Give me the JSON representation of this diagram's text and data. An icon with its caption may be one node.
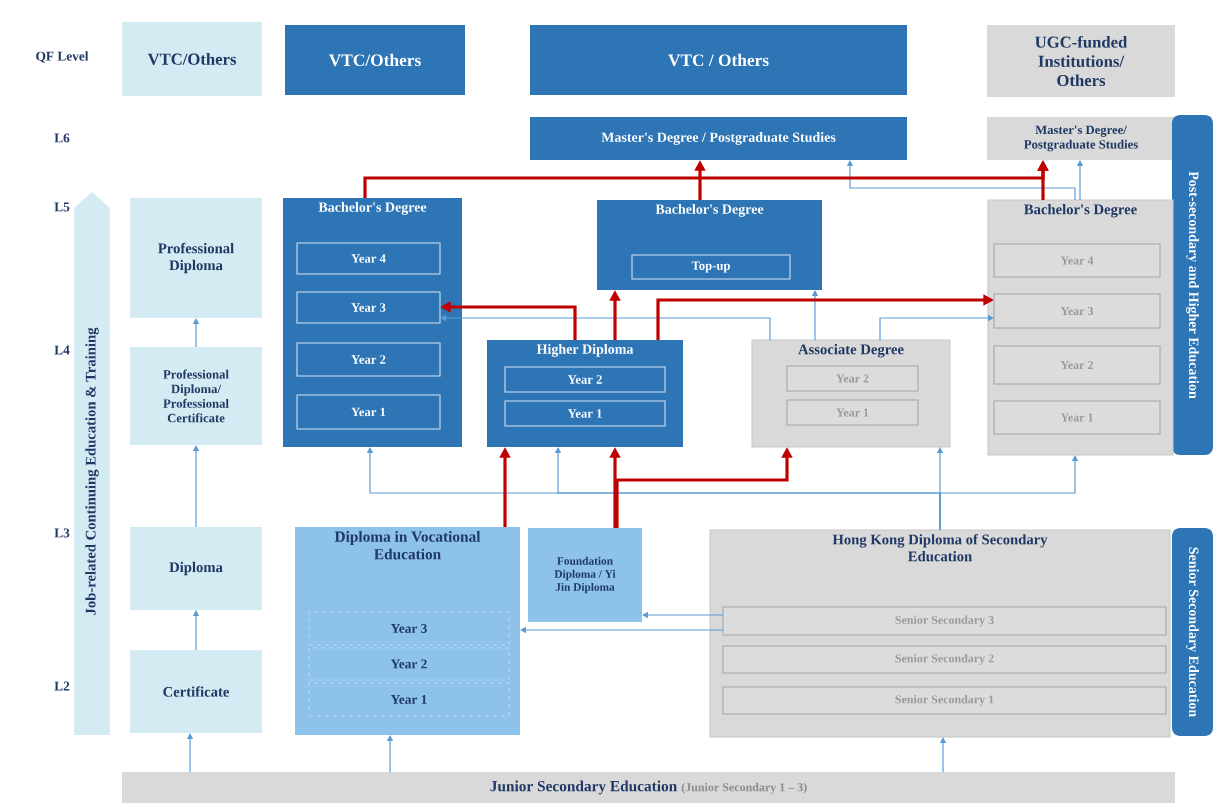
{
  "diagram": {
    "nodes": [
      {
        "text": [
          "VTC/Others"
        ]
      },
      {
        "text": [
          "VTC/Others"
        ]
      },
      {
        "text": [
          "VTC / Others"
        ]
      },
      {
        "text": [
          "UGC-funded Institutions/ Others"
        ]
      },
      {
        "text": [
          "Master's Degree / Postgraduate Studies"
        ]
      },
      {
        "text": [
          "Master's Degree/ Postgraduate Studies"
        ]
      },
      {
        "text": [
          "Post-secondary and Higher Education"
        ]
      },
      {
        "text": [
          "Job-related Continuing Education & Training"
        ]
      },
      {
        "text": [
          "Professional Diploma"
        ]
      },
      {
        "text": [
          "Professional Diploma/ Professional Certificate"
        ]
      },
      {
        "text": [
          "Diploma"
        ]
      },
      {
        "text": [
          "Certificate"
        ]
      },
      {
        "text": [
          "Bachelor's Degree"
        ]
      },
      {
        "text": [
          "Year 4"
        ],
        "in": 12
      },
      {
        "text": [
          "Year 3"
        ],
        "in": 12
      },
      {
        "text": [
          "Year 2"
        ],
        "in": 12
      },
      {
        "text": [
          "Year 1"
        ],
        "in": 12
      },
      {
        "text": [
          "Bachelor's Degree"
        ]
      },
      {
        "text": [
          "Top-up"
        ],
        "in": 17
      },
      {
        "text": [
          "Higher Diploma"
        ]
      },
      {
        "text": [
          "Year 2"
        ],
        "in": 19
      },
      {
        "text": [
          "Year 1"
        ],
        "in": 19
      },
      {
        "text": [
          "Associate Degree"
        ]
      },
      {
        "text": [
          "Year 2"
        ],
        "in": 22
      },
      {
        "text": [
          "Year 1"
        ],
        "in": 22
      },
      {
        "text": [
          "Bachelor's Degree"
        ]
      },
      {
        "text": [
          "Year 4"
        ],
        "in": 25
      },
      {
        "text": [
          "Year 3"
        ],
        "in": 25
      },
      {
        "text": [
          "Year 2"
        ],
        "in": 25
      },
      {
        "text": [
          "Year 1"
        ],
        "in": 25
      },
      {
        "text": [
          "Senior Secondary Education"
        ]
      },
      {
        "text": [
          "Diploma in Vocational Education"
        ]
      },
      {
        "text": [
          "Year 3"
        ],
        "in": 31
      },
      {
        "text": [
          "Year 2"
        ],
        "in": 31
      },
      {
        "text": [
          "Year 1"
        ],
        "in": 31
      },
      {
        "text": [
          "Foundation Diploma / Yi Jin Diploma"
        ]
      },
      {
        "text": [
          "Hong Kong Diploma of Secondary Education"
        ]
      },
      {
        "text": [
          "Senior Secondary 3"
        ],
        "in": 36
      },
      {
        "text": [
          "Senior Secondary 2"
        ],
        "in": 36
      },
      {
        "text": [
          "Senior Secondary 1"
        ],
        "in": 36
      },
      {
        "text": [
          "Junior Secondary Education",
          "(Junior Secondary 1 – 3)"
        ]
      }
    ],
    "edges": [
      {
        "from": 11,
        "to": 10,
        "arrow": "to"
      },
      {
        "from": 10,
        "to": 9,
        "arrow": "to"
      },
      {
        "from": 9,
        "to": 8,
        "arrow": "to"
      },
      {
        "from": 40,
        "to": 11,
        "arrow": "to"
      },
      {
        "from": 40,
        "to": 31,
        "arrow": "to"
      },
      {
        "from": 40,
        "to": 36,
        "arrow": "to"
      },
      {
        "from": 36,
        "to": 12,
        "arrow": "to"
      },
      {
        "from": 36,
        "to": 19,
        "arrow": "to"
      },
      {
        "from": 36,
        "to": 22,
        "arrow": "to"
      },
      {
        "from": 36,
        "to": 25,
        "arrow": "to"
      },
      {
        "from": 37,
        "to": 31,
        "arrow": "to"
      },
      {
        "from": 37,
        "to": 35,
        "arrow": "to"
      },
      {
        "from": 22,
        "to": 14,
        "arrow": "to"
      },
      {
        "from": 22,
        "to": 17,
        "arrow": "to"
      },
      {
        "from": 22,
        "to": 27,
        "arrow": "to"
      },
      {
        "from": 25,
        "to": 4,
        "arrow": "to"
      },
      {
        "from": 25,
        "to": 5,
        "arrow": "to"
      },
      {
        "from": 31,
        "to": 19,
        "arrow": "to",
        "style": "thick",
        "color": "#c00000"
      },
      {
        "from": 35,
        "to": 19,
        "arrow": "to",
        "style": "thick",
        "color": "#c00000"
      },
      {
        "from": 35,
        "to": 22,
        "arrow": "to",
        "style": "thick",
        "color": "#c00000"
      },
      {
        "from": 19,
        "to": 14,
        "arrow": "to",
        "style": "thick",
        "color": "#c00000"
      },
      {
        "from": 19,
        "to": 17,
        "arrow": "to",
        "style": "thick",
        "color": "#c00000"
      },
      {
        "from": 19,
        "to": 27,
        "arrow": "to",
        "style": "thick",
        "color": "#c00000"
      },
      {
        "from": 12,
        "to": 5,
        "arrow": "to",
        "style": "thick",
        "color": "#c00000"
      },
      {
        "from": 25,
        "to": 5,
        "arrow": "to",
        "style": "thick",
        "color": "#c00000"
      },
      {
        "from": 17,
        "to": 4,
        "arrow": "to",
        "style": "thick",
        "color": "#c00000"
      }
    ],
    "labels": [
      "QF Level",
      "L6",
      "L5",
      "L4",
      "L3",
      "L2"
    ]
  }
}
